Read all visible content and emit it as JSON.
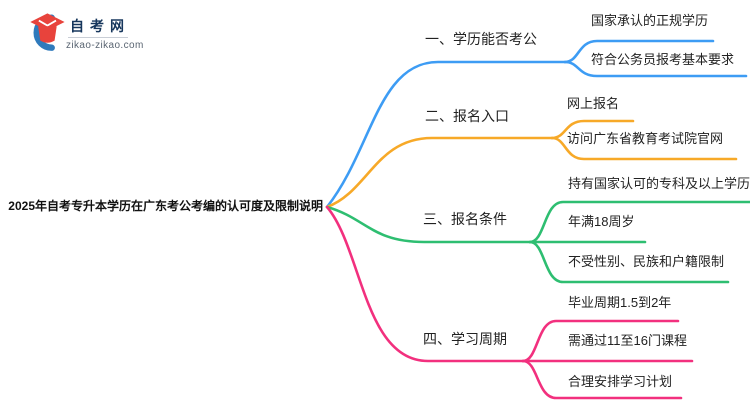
{
  "logo": {
    "site_name": "自考网",
    "domain": "zikao-zikao.com",
    "colors": {
      "crescent_blue": "#2f7abc",
      "cap_red": "#e8433c",
      "name_navy": "#16365c"
    }
  },
  "root": {
    "text": "2025年自考专升本学历在广东考公考编的认可度及限制说明"
  },
  "branches": [
    {
      "label": "一、学历能否考公",
      "color": "#3d9cf4",
      "children": [
        "国家承认的正规学历",
        "符合公务员报考基本要求"
      ]
    },
    {
      "label": "二、报名入口",
      "color": "#f7a928",
      "children": [
        "网上报名",
        "访问广东省教育考试院官网"
      ]
    },
    {
      "label": "三、报名条件",
      "color": "#2ebe71",
      "children": [
        "持有国家认可的专科及以上学历",
        "年满18周岁",
        "不受性别、民族和户籍限制"
      ]
    },
    {
      "label": "四、学习周期",
      "color": "#f2307e",
      "children": [
        "毕业周期1.5到2年",
        "需通过11至16门课程",
        "合理安排学习计划"
      ]
    }
  ],
  "palette": {
    "text": "#222222",
    "background": "#ffffff"
  }
}
